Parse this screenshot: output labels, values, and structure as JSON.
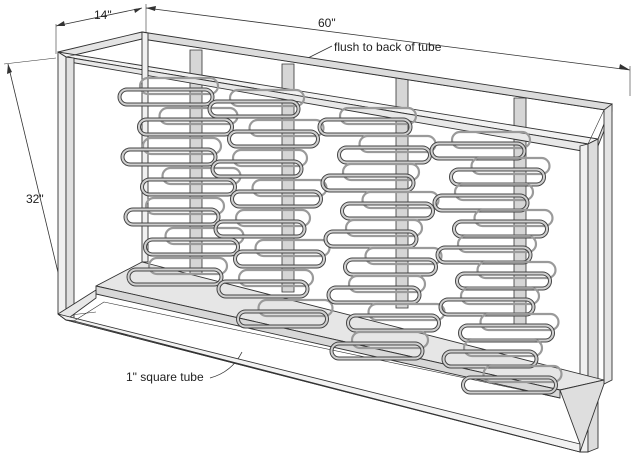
{
  "annotations": {
    "width": "60\"",
    "depth": "14\"",
    "height": "32\"",
    "flush_note": "flush to back of tube",
    "tube_note": "1\" square tube"
  },
  "colors": {
    "line": "#333333",
    "frame_face": "#f2f2f2",
    "frame_top": "#dcdcdc",
    "post": "#d6d6d6",
    "ring": "#9a9a9a"
  },
  "rack": {
    "columns": 4,
    "rings_per_column": [
      7,
      8,
      9,
      10
    ]
  }
}
